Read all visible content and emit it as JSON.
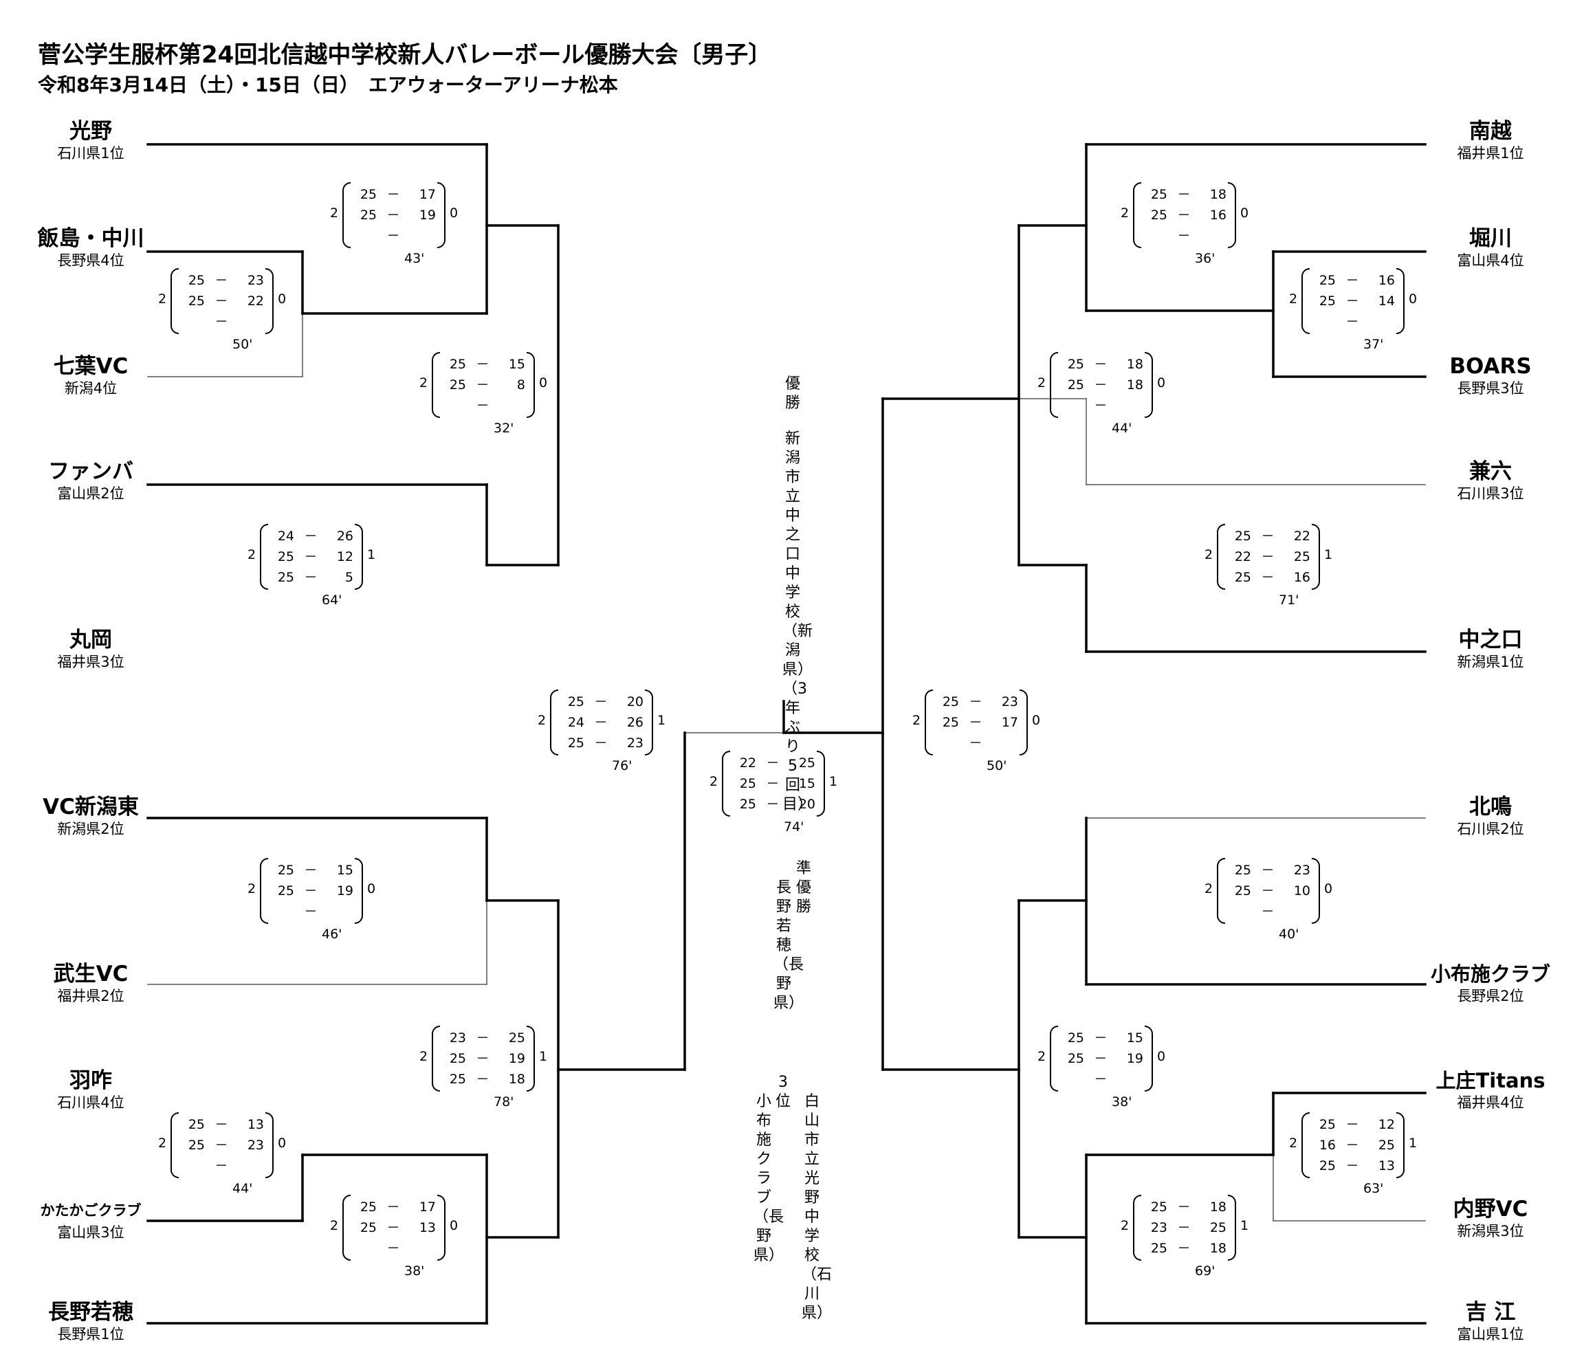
{
  "title": "菅公学生服杯第24回北信越中学校新人バレーボール優勝大会〔男子〕",
  "subtitle": "令和8年3月14日（土）・15日（日）　エアウォーターアリーナ松本",
  "teams": {
    "t_l1": {
      "name": "光野",
      "pref": "石川県1位"
    },
    "t_l2": {
      "name": "飯島・中川",
      "pref": "長野県4位"
    },
    "t_l3": {
      "name": "七葉VC",
      "pref": "新潟4位"
    },
    "t_l4": {
      "name": "ファンバ",
      "pref": "富山県2位"
    },
    "t_l5": {
      "name": "丸岡",
      "pref": "福井県3位"
    },
    "t_l6": {
      "name": "VC新潟東",
      "pref": "新潟県2位"
    },
    "t_l7": {
      "name": "武生VC",
      "pref": "福井県2位"
    },
    "t_l8": {
      "name": "羽咋",
      "pref": "石川県4位"
    },
    "t_l9": {
      "name": "かたかごクラブ",
      "pref": "富山県3位"
    },
    "t_l10": {
      "name": "長野若穂",
      "pref": "長野県1位"
    },
    "t_r1": {
      "name": "南越",
      "pref": "福井県1位"
    },
    "t_r2": {
      "name": "堀川",
      "pref": "富山県4位"
    },
    "t_r3": {
      "name": "BOARS",
      "pref": "長野県3位"
    },
    "t_r4": {
      "name": "兼六",
      "pref": "石川県3位"
    },
    "t_r5": {
      "name": "中之口",
      "pref": "新潟県1位"
    },
    "t_r6": {
      "name": "北鳴",
      "pref": "石川県2位"
    },
    "t_r7": {
      "name": "小布施クラブ",
      "pref": "長野県2位"
    },
    "t_r8": {
      "name": "上庄Titans",
      "pref": "福井県4位"
    },
    "t_r9": {
      "name": "内野VC",
      "pref": "新潟県3位"
    },
    "t_r10": {
      "name": "吉 江",
      "pref": "富山県1位"
    }
  },
  "matches": {
    "m_l1": {
      "sets": [
        [
          "25",
          "17"
        ],
        [
          "25",
          "19"
        ],
        [
          "",
          ""
        ]
      ],
      "l": "2",
      "r": "0",
      "time": "43'"
    },
    "m_l2": {
      "sets": [
        [
          "25",
          "23"
        ],
        [
          "25",
          "22"
        ],
        [
          "",
          ""
        ]
      ],
      "l": "2",
      "r": "0",
      "time": "50'"
    },
    "m_l3": {
      "sets": [
        [
          "25",
          "15"
        ],
        [
          "25",
          "8"
        ],
        [
          "",
          ""
        ]
      ],
      "l": "2",
      "r": "0",
      "time": "32'"
    },
    "m_l4": {
      "sets": [
        [
          "24",
          "26"
        ],
        [
          "25",
          "12"
        ],
        [
          "25",
          "5"
        ]
      ],
      "l": "2",
      "r": "1",
      "time": "64'"
    },
    "m_l5": {
      "sets": [
        [
          "25",
          "20"
        ],
        [
          "24",
          "26"
        ],
        [
          "25",
          "23"
        ]
      ],
      "l": "2",
      "r": "1",
      "time": "76'"
    },
    "m_l6": {
      "sets": [
        [
          "25",
          "15"
        ],
        [
          "25",
          "19"
        ],
        [
          "",
          ""
        ]
      ],
      "l": "2",
      "r": "0",
      "time": "46'"
    },
    "m_l7": {
      "sets": [
        [
          "23",
          "25"
        ],
        [
          "25",
          "19"
        ],
        [
          "25",
          "18"
        ]
      ],
      "l": "2",
      "r": "1",
      "time": "78'"
    },
    "m_l8": {
      "sets": [
        [
          "25",
          "13"
        ],
        [
          "25",
          "23"
        ],
        [
          "",
          ""
        ]
      ],
      "l": "2",
      "r": "0",
      "time": "44'"
    },
    "m_l9": {
      "sets": [
        [
          "25",
          "17"
        ],
        [
          "25",
          "13"
        ],
        [
          "",
          ""
        ]
      ],
      "l": "2",
      "r": "0",
      "time": "38'"
    },
    "m_f": {
      "sets": [
        [
          "22",
          "25"
        ],
        [
          "25",
          "15"
        ],
        [
          "25",
          "20"
        ]
      ],
      "l": "2",
      "r": "1",
      "time": "74'"
    },
    "m_r1": {
      "sets": [
        [
          "25",
          "18"
        ],
        [
          "25",
          "16"
        ],
        [
          "",
          ""
        ]
      ],
      "l": "2",
      "r": "0",
      "time": "36'"
    },
    "m_r2": {
      "sets": [
        [
          "25",
          "16"
        ],
        [
          "25",
          "14"
        ],
        [
          "",
          ""
        ]
      ],
      "l": "2",
      "r": "0",
      "time": "37'"
    },
    "m_r3": {
      "sets": [
        [
          "25",
          "18"
        ],
        [
          "25",
          "18"
        ],
        [
          "",
          ""
        ]
      ],
      "l": "2",
      "r": "0",
      "time": "44'"
    },
    "m_r4": {
      "sets": [
        [
          "25",
          "22"
        ],
        [
          "22",
          "25"
        ],
        [
          "25",
          "16"
        ]
      ],
      "l": "2",
      "r": "1",
      "time": "71'"
    },
    "m_r5": {
      "sets": [
        [
          "25",
          "23"
        ],
        [
          "25",
          "17"
        ],
        [
          "",
          ""
        ]
      ],
      "l": "2",
      "r": "0",
      "time": "50'"
    },
    "m_r6": {
      "sets": [
        [
          "25",
          "23"
        ],
        [
          "25",
          "10"
        ],
        [
          "",
          ""
        ]
      ],
      "l": "2",
      "r": "0",
      "time": "40'"
    },
    "m_r7": {
      "sets": [
        [
          "25",
          "15"
        ],
        [
          "25",
          "19"
        ],
        [
          "",
          ""
        ]
      ],
      "l": "2",
      "r": "0",
      "time": "38'"
    },
    "m_r8": {
      "sets": [
        [
          "25",
          "12"
        ],
        [
          "16",
          "25"
        ],
        [
          "25",
          "13"
        ]
      ],
      "l": "2",
      "r": "1",
      "time": "63'"
    },
    "m_r9": {
      "sets": [
        [
          "25",
          "18"
        ],
        [
          "23",
          "25"
        ],
        [
          "25",
          "18"
        ]
      ],
      "l": "2",
      "r": "1",
      "time": "69'"
    }
  },
  "dash": "－",
  "results": {
    "champion_label": "優勝",
    "champion": "新潟市立中之口中学校（新潟県）（3年ぶり5回目）",
    "runner_label": "準優勝",
    "runner": "長野若穂（長野県）",
    "third_label": "3位",
    "third_a": "白山市立光野中学校（石川県）",
    "third_b": "小布施クラブ（長野県）"
  },
  "colors": {
    "line": "#000000",
    "line_thin": "#555555"
  }
}
